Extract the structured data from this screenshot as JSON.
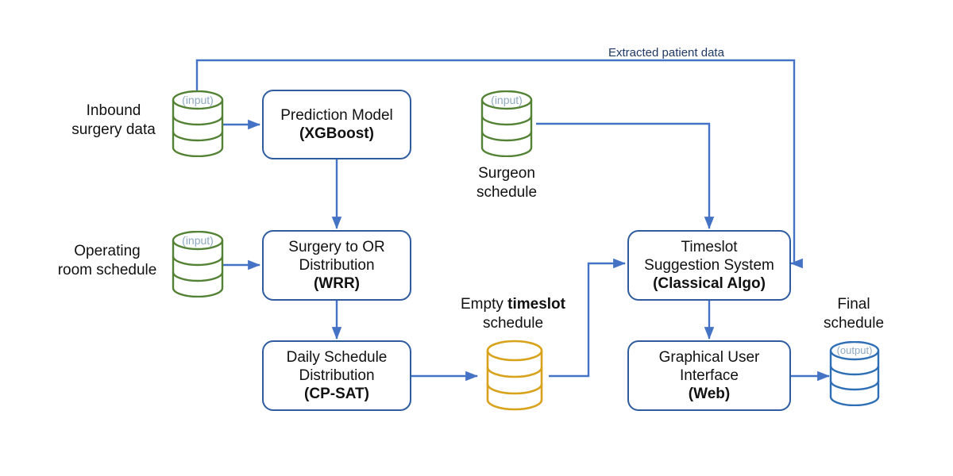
{
  "diagram": {
    "title_text_present": false,
    "colors": {
      "box_border": "#2E5C9E",
      "arrow": "#4472C4",
      "cylinder_input_green": "#548235",
      "cylinder_output_blue": "#2E6EB5",
      "cylinder_orange": "#D9A21B",
      "cylinder_tag_text": "#8EA9C1",
      "wire_label_text": "#1F3864",
      "body_text": "#111111",
      "background": "#FFFFFF"
    },
    "datastores": [
      {
        "id": "inbound-surgery-data",
        "tag": "(input)",
        "label_lines": [
          "Inbound",
          "surgery data"
        ],
        "color": "green",
        "label_position": "left"
      },
      {
        "id": "surgeon-schedule",
        "tag": "(input)",
        "label_lines": [
          "Surgeon",
          "schedule"
        ],
        "color": "green",
        "label_position": "below"
      },
      {
        "id": "operating-room-schedule",
        "tag": "(input)",
        "label_lines": [
          "Operating",
          "room schedule"
        ],
        "color": "green",
        "label_position": "left"
      },
      {
        "id": "empty-timeslot-schedule",
        "tag": "",
        "label_lines": [
          "Empty timeslot",
          "schedule"
        ],
        "label_bold_word": "timeslot",
        "color": "orange",
        "label_position": "above"
      },
      {
        "id": "final-schedule",
        "tag": "(output)",
        "label_lines": [
          "Final",
          "schedule"
        ],
        "color": "blue",
        "label_position": "above"
      }
    ],
    "processes": [
      {
        "id": "prediction-model",
        "lines": [
          "Prediction Model"
        ],
        "impl": "(XGBoost)"
      },
      {
        "id": "surgery-to-or-distribution",
        "lines": [
          "Surgery to OR",
          "Distribution"
        ],
        "impl": "(WRR)"
      },
      {
        "id": "daily-schedule-distribution",
        "lines": [
          "Daily Schedule",
          "Distribution"
        ],
        "impl": "(CP-SAT)"
      },
      {
        "id": "timeslot-suggestion-system",
        "lines": [
          "Timeslot",
          "Suggestion System"
        ],
        "impl": "(Classical Algo)"
      },
      {
        "id": "graphical-user-interface",
        "lines": [
          "Graphical User",
          "Interface"
        ],
        "impl": "(Web)"
      }
    ],
    "edge_labels": [
      {
        "id": "extracted-patient-data",
        "text": "Extracted patient data"
      }
    ],
    "flows": [
      {
        "from": "inbound-surgery-data",
        "to": "prediction-model",
        "label": ""
      },
      {
        "from": "inbound-surgery-data",
        "to": "timeslot-suggestion-system",
        "label": "Extracted patient data"
      },
      {
        "from": "prediction-model",
        "to": "surgery-to-or-distribution",
        "label": ""
      },
      {
        "from": "operating-room-schedule",
        "to": "surgery-to-or-distribution",
        "label": ""
      },
      {
        "from": "surgery-to-or-distribution",
        "to": "daily-schedule-distribution",
        "label": ""
      },
      {
        "from": "daily-schedule-distribution",
        "to": "empty-timeslot-schedule",
        "label": ""
      },
      {
        "from": "empty-timeslot-schedule",
        "to": "timeslot-suggestion-system",
        "label": ""
      },
      {
        "from": "surgeon-schedule",
        "to": "timeslot-suggestion-system",
        "label": ""
      },
      {
        "from": "timeslot-suggestion-system",
        "to": "graphical-user-interface",
        "label": ""
      },
      {
        "from": "graphical-user-interface",
        "to": "final-schedule",
        "label": ""
      }
    ],
    "labels": {
      "inbound_l1": "Inbound",
      "inbound_l2": "surgery data",
      "operating_l1": "Operating",
      "operating_l2": "room schedule",
      "surgeon_l1": "Surgeon",
      "surgeon_l2": "schedule",
      "empty_l1_pre": "Empty ",
      "empty_l1_bold": "timeslot",
      "empty_l2": "schedule",
      "final_l1": "Final",
      "final_l2": "schedule",
      "tag_input": "(input)",
      "tag_output": "(output)",
      "extracted_patient_data": "Extracted patient data",
      "prediction_model_l1": "Prediction Model",
      "prediction_model_impl": "(XGBoost)",
      "surgery_or_l1": "Surgery to OR",
      "surgery_or_l2": "Distribution",
      "surgery_or_impl": "(WRR)",
      "daily_l1": "Daily Schedule",
      "daily_l2": "Distribution",
      "daily_impl": "(CP-SAT)",
      "timeslot_l1": "Timeslot",
      "timeslot_l2": "Suggestion System",
      "timeslot_impl": "(Classical Algo)",
      "gui_l1": "Graphical User",
      "gui_l2": "Interface",
      "gui_impl": "(Web)"
    }
  }
}
